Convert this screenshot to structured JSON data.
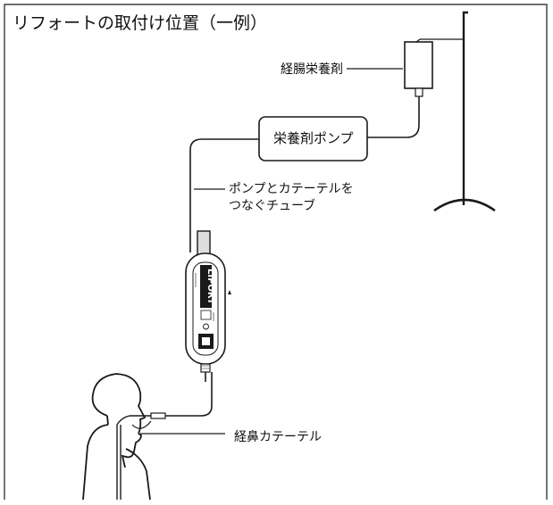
{
  "title": "リフォートの取付け位置（一例）",
  "labels": {
    "feeding_bag": "経腸栄養剤",
    "pump": "栄養剤ポンプ",
    "tube_line1": "ポンプとカテーテルを",
    "tube_line2": "つなぐチューブ",
    "catheter": "経鼻カテーテル"
  },
  "device": {
    "logo_text": "LIPORT"
  },
  "colors": {
    "line": "#1a1a1a",
    "background": "#ffffff",
    "device_screen": "#1a1a1a",
    "plate": "#dddddd"
  }
}
